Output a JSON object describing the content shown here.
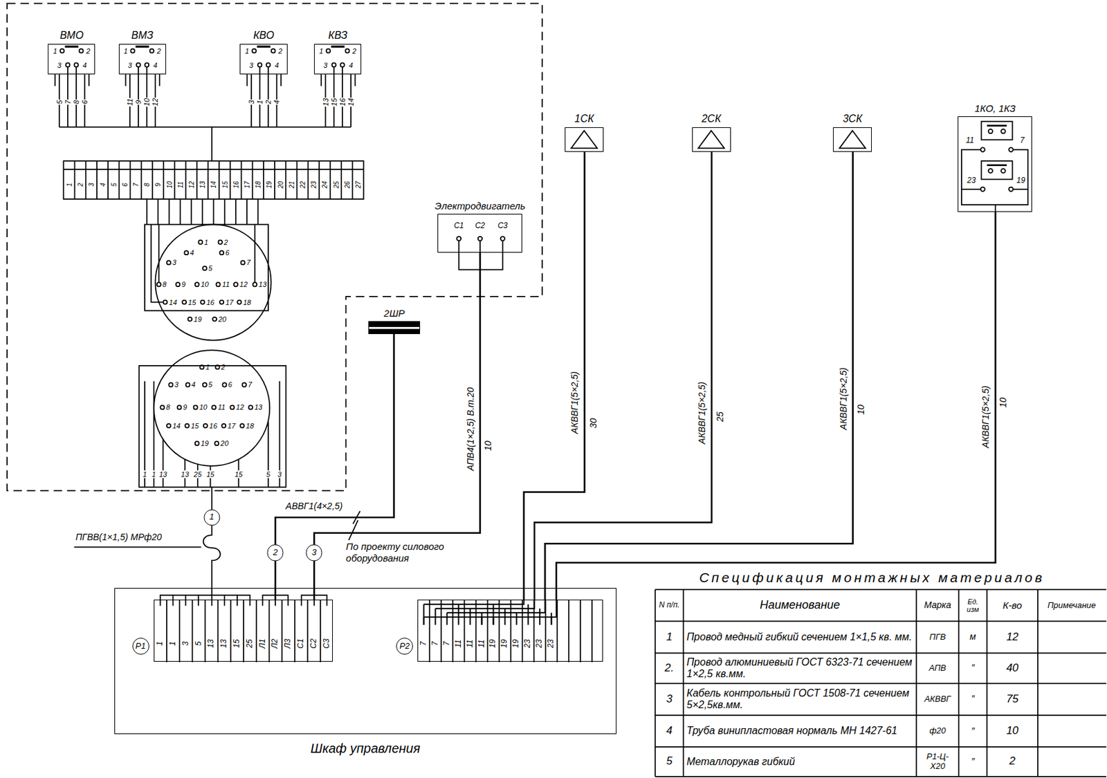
{
  "diagram": {
    "nodes": [
      {
        "text": [
          "ВМО"
        ]
      },
      {
        "text": [
          "ВМЗ"
        ]
      },
      {
        "text": [
          "КВО"
        ]
      },
      {
        "text": [
          "КВЗ"
        ]
      },
      {
        "text": [
          "1СК"
        ]
      },
      {
        "text": [
          "2СК"
        ]
      },
      {
        "text": [
          "3СК"
        ]
      },
      {
        "text": [
          "1КО, 1КЗ"
        ]
      },
      {
        "text": [
          "Электродвигатель"
        ]
      },
      {
        "text": [
          "2ШР"
        ]
      },
      {
        "text": [
          "Шкаф управления"
        ]
      },
      {
        "text": [
          "Р1"
        ],
        "in": 10
      },
      {
        "text": [
          "Р2"
        ],
        "in": 10
      }
    ],
    "edges": [
      {
        "from": 4,
        "to": 12,
        "label": "АКВВГ1(5×2,5)",
        "arrow": "none"
      },
      {
        "from": 5,
        "to": 12,
        "label": "АКВВГ1(5×2,5)",
        "arrow": "none"
      },
      {
        "from": 6,
        "to": 12,
        "label": "АКВВГ1(5×2,5)",
        "arrow": "none"
      },
      {
        "from": 7,
        "to": 12,
        "label": "АКВВГ1(5×2,5)",
        "arrow": "none"
      },
      {
        "from": 9,
        "to": 11,
        "label": "АВВГ1(4×2,5)",
        "arrow": "none"
      },
      {
        "from": 8,
        "to": 11,
        "label": "АПВ4(1×2,5) В.т.20",
        "arrow": "none"
      }
    ],
    "labels": [
      "1",
      "2",
      "3",
      "4",
      "5",
      "7",
      "8",
      "6",
      "1",
      "2",
      "3",
      "4",
      "11",
      "9",
      "10",
      "12",
      "1",
      "2",
      "3",
      "4",
      "3",
      "1",
      "2",
      "4",
      "1",
      "2",
      "3",
      "4",
      "13",
      "15",
      "16",
      "14",
      "1",
      "2",
      "3",
      "4",
      "5",
      "6",
      "7",
      "8",
      "9",
      "10",
      "11",
      "12",
      "13",
      "14",
      "15",
      "16",
      "17",
      "18",
      "19",
      "20",
      "21",
      "22",
      "23",
      "24",
      "25",
      "26",
      "27",
      "1",
      "2",
      "3",
      "4",
      "5",
      "6",
      "7",
      "8",
      "9",
      "10",
      "11",
      "12",
      "13",
      "14",
      "15",
      "16",
      "17",
      "18",
      "19",
      "20",
      "1",
      "2",
      "3",
      "4",
      "5",
      "6",
      "7",
      "8",
      "9",
      "10",
      "11",
      "12",
      "13",
      "14",
      "15",
      "16",
      "17",
      "18",
      "19",
      "20",
      "1",
      "1",
      "13",
      "13",
      "25",
      "15",
      "15",
      "5",
      "3",
      "С1",
      "С2",
      "С3",
      "11",
      "7",
      "23",
      "19",
      "1",
      "2",
      "3",
      "ПГВВ(1×1,5) МРф20",
      "По проекту силового оборудования",
      "30",
      "25",
      "10",
      "10",
      "10",
      "1",
      "1",
      "3",
      "5",
      "13",
      "13",
      "15",
      "25",
      "Л1",
      "Л2",
      "Л3",
      "С1",
      "С2",
      "С3",
      "7",
      "7",
      "7",
      "11",
      "11",
      "11",
      "19",
      "19",
      "19",
      "23",
      "23",
      "23",
      "Спецификация монтажных материалов",
      "N п/п.",
      "Наименование",
      "Марка",
      "Ед. изм",
      "К-во",
      "Примечание",
      "1",
      "Провод медный гибкий сечением 1×1,5 кв. мм.",
      "ПГВ",
      "м",
      "12",
      "2.",
      "Провод алюминиевый ГОСТ 6323-71 сечением 1×2,5 кв.мм.",
      "АПВ",
      "″",
      "40",
      "3",
      "Кабель контрольный ГОСТ 1508-71 сечением 5×2,5кв.мм.",
      "АКВВГ",
      "″",
      "75",
      "4",
      "Труба винипластовая нормаль МН 1427-61",
      "ф20",
      "″",
      "10",
      "5",
      "Металлорукав гибкий",
      "Р1-Ц-Х20",
      "″",
      "2"
    ]
  }
}
